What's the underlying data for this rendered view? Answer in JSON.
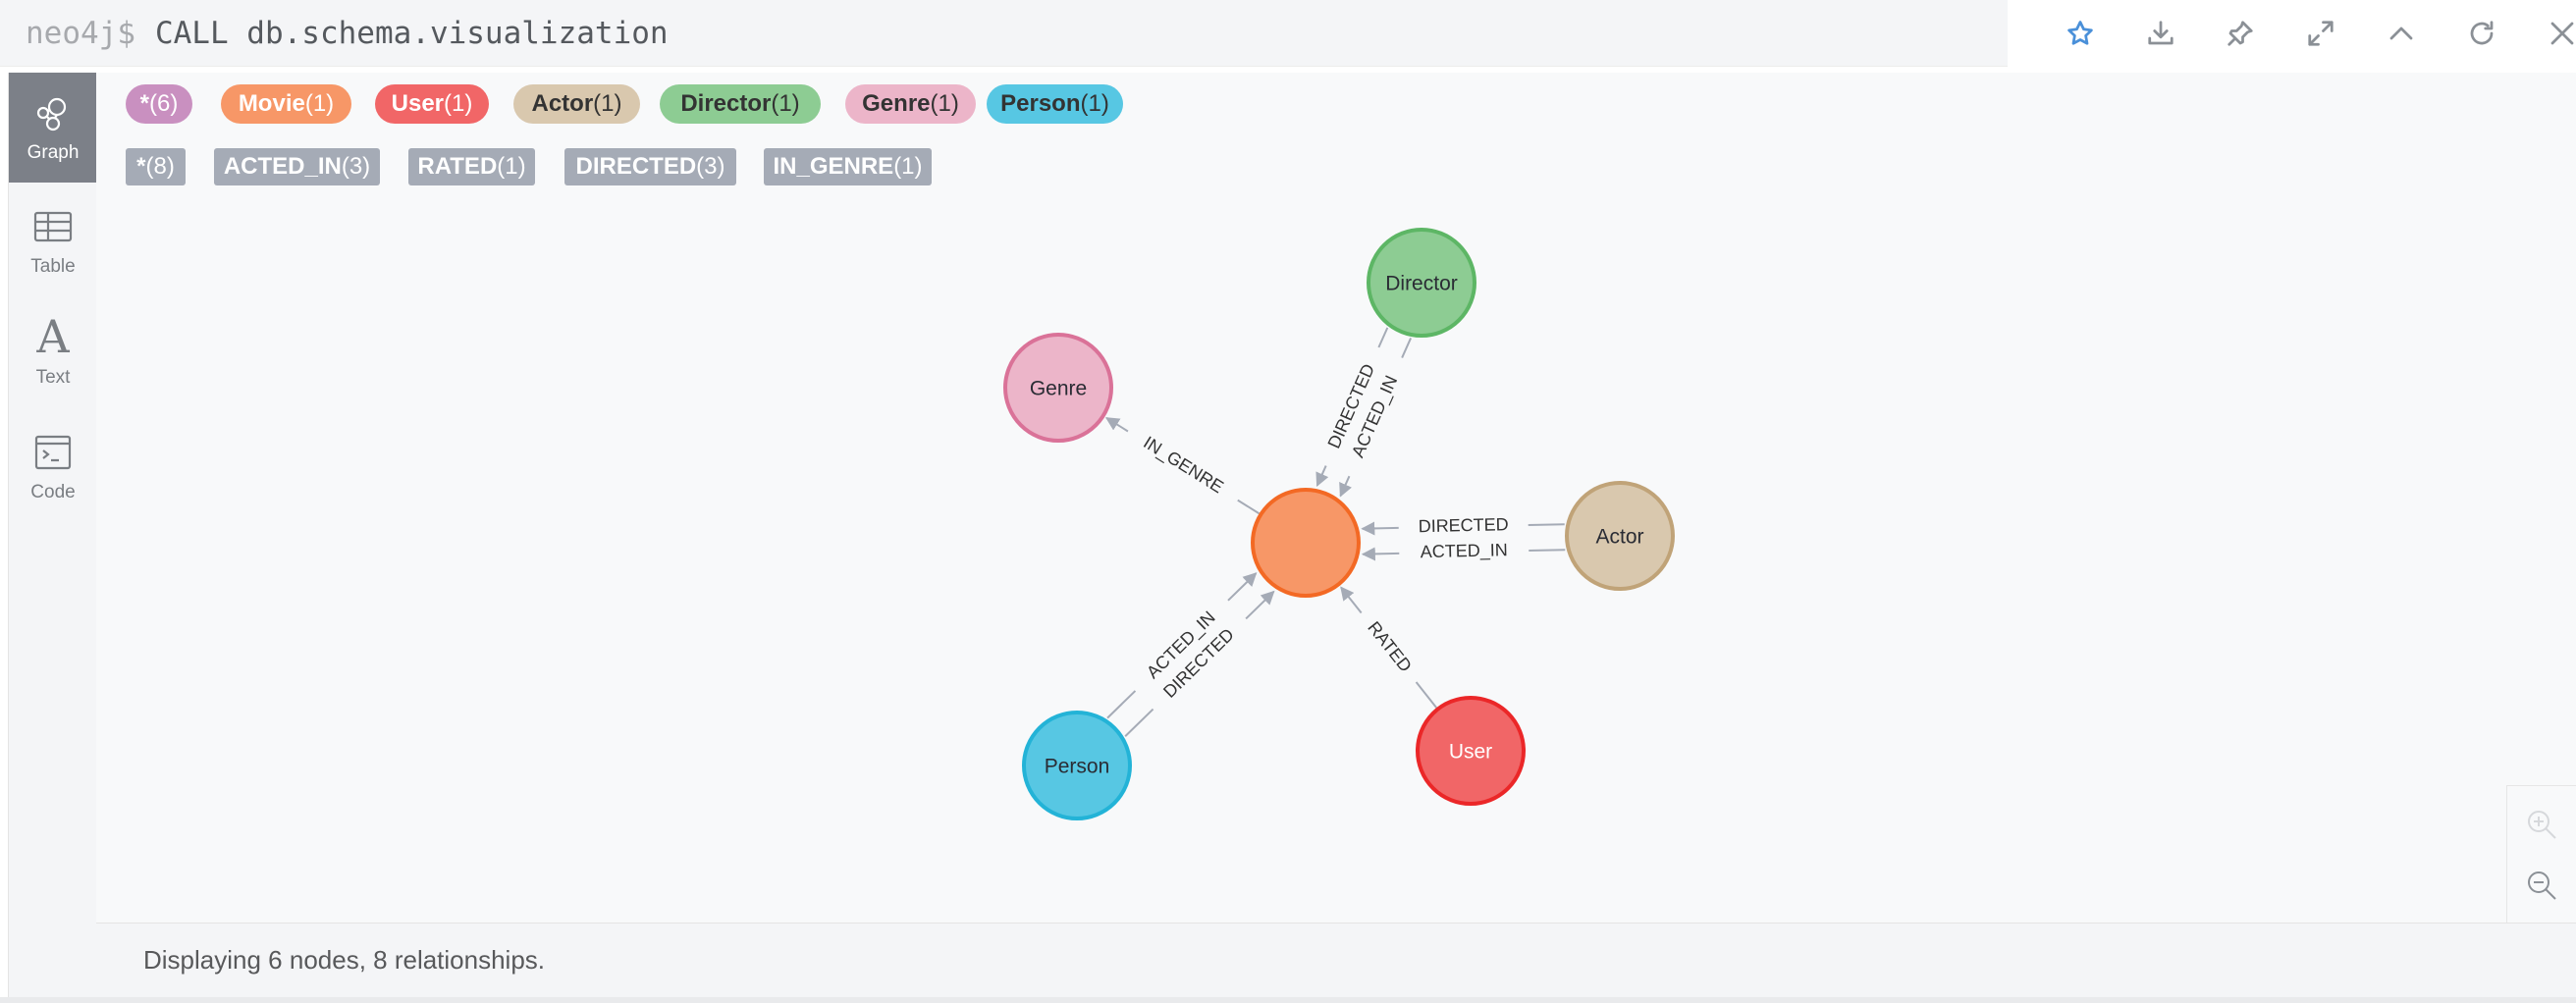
{
  "command": {
    "prompt": "neo4j$",
    "text": "CALL db.schema.visualization"
  },
  "toolbar": [
    "star-icon",
    "download-icon",
    "pin-icon",
    "expand-icon",
    "collapse-icon",
    "rerun-icon",
    "close-icon"
  ],
  "sidebar": {
    "tabs": [
      {
        "label": "Graph",
        "icon": "graph-icon",
        "active": true
      },
      {
        "label": "Table",
        "icon": "table-icon",
        "active": false
      },
      {
        "label": "Text",
        "icon": "text-icon",
        "glyph": "A",
        "active": false
      },
      {
        "label": "Code",
        "icon": "code-icon",
        "active": false
      }
    ]
  },
  "labels": [
    {
      "name": "*",
      "count": "(6)",
      "color": "#c990c0",
      "text_color": "#ffffff"
    },
    {
      "name": "Movie",
      "count": "(1)",
      "color": "#f79767",
      "text_color": "#ffffff"
    },
    {
      "name": "User",
      "count": "(1)",
      "color": "#f16667",
      "text_color": "#ffffff"
    },
    {
      "name": "Actor",
      "count": "(1)",
      "color": "#d9c8ae",
      "text_color": "#333333"
    },
    {
      "name": "Director",
      "count": "(1)",
      "color": "#8dcc93",
      "text_color": "#333333"
    },
    {
      "name": "Genre",
      "count": "(1)",
      "color": "#ecb5c9",
      "text_color": "#333333"
    },
    {
      "name": "Person",
      "count": "(1)",
      "color": "#57c7e3",
      "text_color": "#333333"
    }
  ],
  "relationship_types": [
    {
      "name": "*",
      "count": "(8)"
    },
    {
      "name": "ACTED_IN",
      "count": "(3)"
    },
    {
      "name": "RATED",
      "count": "(1)"
    },
    {
      "name": "DIRECTED",
      "count": "(3)"
    },
    {
      "name": "IN_GENRE",
      "count": "(1)"
    }
  ],
  "graph": {
    "nodes": [
      {
        "id": "movie",
        "caption": "",
        "fill": "#f79767",
        "stroke": "#f36924",
        "text_color": "#ffffff"
      },
      {
        "id": "director",
        "caption": "Director",
        "fill": "#8dcc93",
        "stroke": "#5db665",
        "text_color": "#2a2c34"
      },
      {
        "id": "genre",
        "caption": "Genre",
        "fill": "#ecb5c9",
        "stroke": "#da7298",
        "text_color": "#2a2c34"
      },
      {
        "id": "actor",
        "caption": "Actor",
        "fill": "#d9c8ae",
        "stroke": "#c0a378",
        "text_color": "#2a2c34"
      },
      {
        "id": "person",
        "caption": "Person",
        "fill": "#57c7e3",
        "stroke": "#23b3d7",
        "text_color": "#2a2c34"
      },
      {
        "id": "user",
        "caption": "User",
        "fill": "#f16667",
        "stroke": "#eb2728",
        "text_color": "#ffffff"
      }
    ],
    "relationships": [
      {
        "type": "IN_GENRE",
        "from": "movie",
        "to": "genre"
      },
      {
        "type": "ACTED_IN",
        "from": "director",
        "to": "movie"
      },
      {
        "type": "DIRECTED",
        "from": "director",
        "to": "movie"
      },
      {
        "type": "ACTED_IN",
        "from": "actor",
        "to": "movie"
      },
      {
        "type": "DIRECTED",
        "from": "actor",
        "to": "movie"
      },
      {
        "type": "ACTED_IN",
        "from": "person",
        "to": "movie"
      },
      {
        "type": "DIRECTED",
        "from": "person",
        "to": "movie"
      },
      {
        "type": "RATED",
        "from": "user",
        "to": "movie"
      }
    ]
  },
  "zoom_controls": [
    "zoom-in-icon",
    "zoom-out-icon"
  ],
  "status": "Displaying 6 nodes, 8 relationships."
}
